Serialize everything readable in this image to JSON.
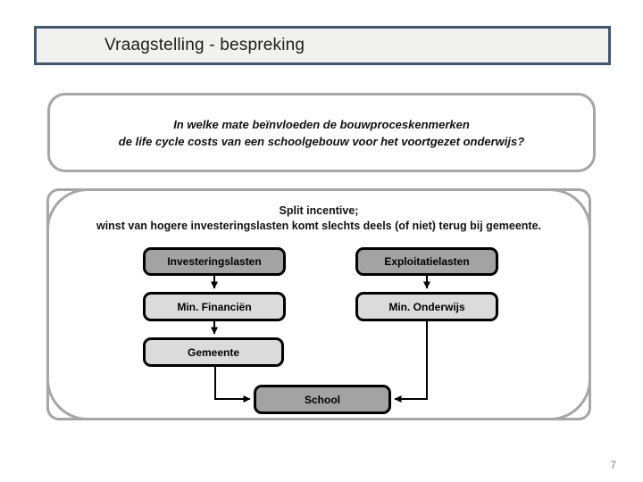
{
  "slide": {
    "title": "Vraagstelling - bespreking",
    "page_number": "7",
    "question_box": {
      "line1": "In welke mate beïnvloeden de bouwproceskenmerken",
      "line2": "de life cycle costs van een schoolgebouw voor het voortgezet onderwijs?"
    },
    "split_box": {
      "line1": "Split incentive;",
      "line2": "winst van hogere investeringslasten komt slechts deels (of niet) terug bij gemeente."
    },
    "flowchart": {
      "nodes": [
        {
          "label": "Investeringslasten",
          "tone": "dark"
        },
        {
          "label": "Exploitatielasten",
          "tone": "dark"
        },
        {
          "label": "Min. Financiën",
          "tone": "light"
        },
        {
          "label": "Min. Onderwijs",
          "tone": "light"
        },
        {
          "label": "Gemeente",
          "tone": "light"
        },
        {
          "label": "School",
          "tone": "dark"
        }
      ],
      "edges": [
        {
          "from": "Investeringslasten",
          "to": "Min. Financiën"
        },
        {
          "from": "Exploitatielasten",
          "to": "Min. Onderwijs"
        },
        {
          "from": "Min. Financiën",
          "to": "Gemeente"
        },
        {
          "from": "Gemeente",
          "to": "School"
        },
        {
          "from": "Min. Onderwijs",
          "to": "School"
        }
      ]
    },
    "colors": {
      "title_border": "#42566E",
      "title_bg": "#F1F1F0",
      "outline_gray": "#A6A6A6",
      "node_dark": "#A3A3A3",
      "node_light": "#DBDBDB",
      "arrow": "#000000"
    }
  }
}
